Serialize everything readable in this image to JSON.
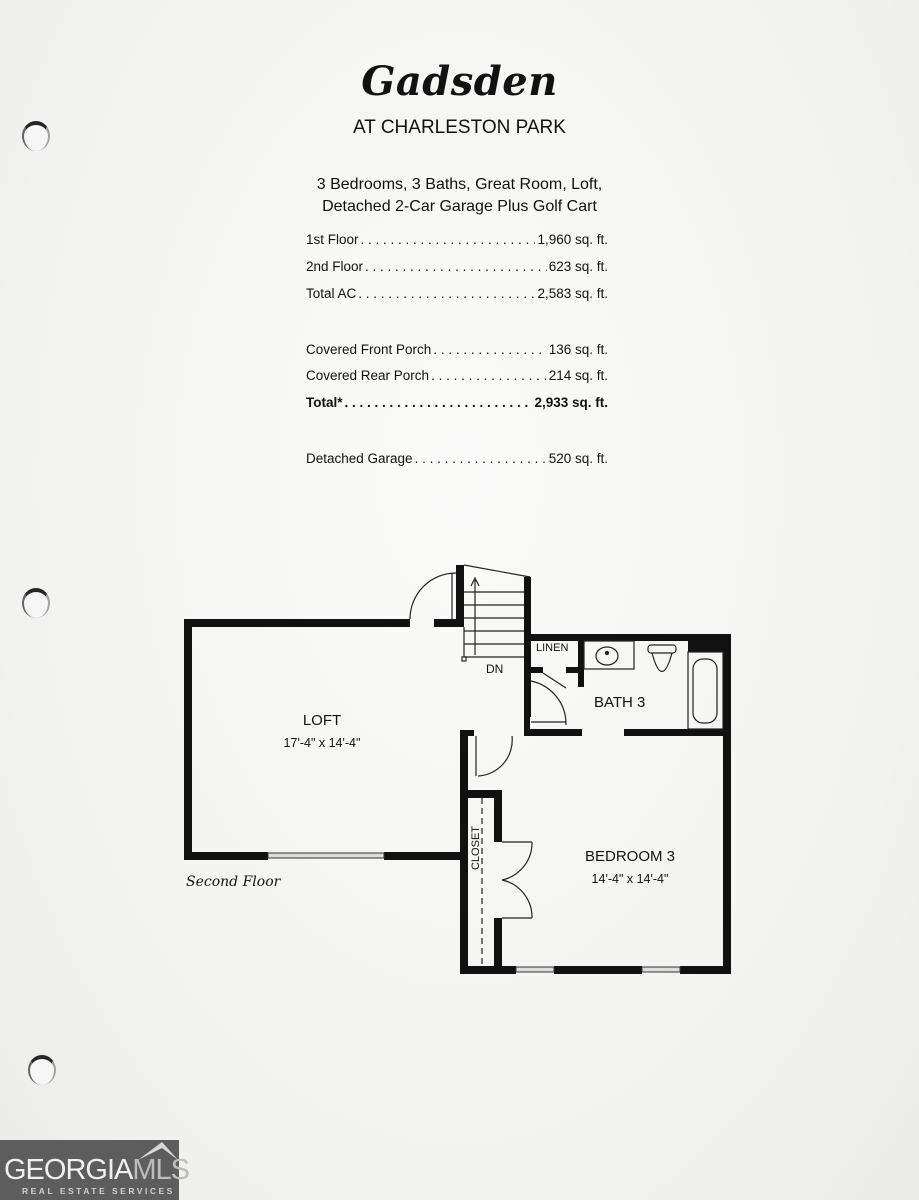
{
  "document": {
    "title": "Gadsden",
    "subtitle": "AT CHARLESTON PARK",
    "features": [
      "3 Bedrooms, 3 Baths, Great Room, Loft,",
      "Detached 2-Car Garage Plus Golf Cart"
    ]
  },
  "specs": [
    {
      "label": "1st Floor",
      "value": "1,960 sq. ft.",
      "bold": false
    },
    {
      "label": "2nd Floor",
      "value": "623 sq. ft.",
      "bold": false
    },
    {
      "label": "Total AC",
      "value": "2,583 sq. ft.",
      "bold": false
    },
    {
      "label": "Covered Front Porch",
      "value": "136 sq. ft.",
      "bold": false
    },
    {
      "label": "Covered Rear Porch",
      "value": "214 sq. ft.",
      "bold": false
    },
    {
      "label": "Total*",
      "value": "2,933 sq. ft.",
      "bold": true
    },
    {
      "label": "Detached Garage",
      "value": "520 sq. ft.",
      "bold": false
    }
  ],
  "floor_plan": {
    "caption": "Second Floor",
    "rooms": [
      {
        "name": "LOFT",
        "dimensions": "17'-4\" x 14'-4\""
      },
      {
        "name": "BATH 3",
        "dimensions": ""
      },
      {
        "name": "BEDROOM 3",
        "dimensions": "14'-4\" x 14'-4\""
      }
    ],
    "labels": {
      "linen": "LINEN",
      "closet": "CLOSET",
      "stairs": "DN"
    }
  },
  "watermark": {
    "brand_main": "GEORGIA",
    "brand_accent": "MLS",
    "tagline": "REAL ESTATE SERVICES"
  }
}
